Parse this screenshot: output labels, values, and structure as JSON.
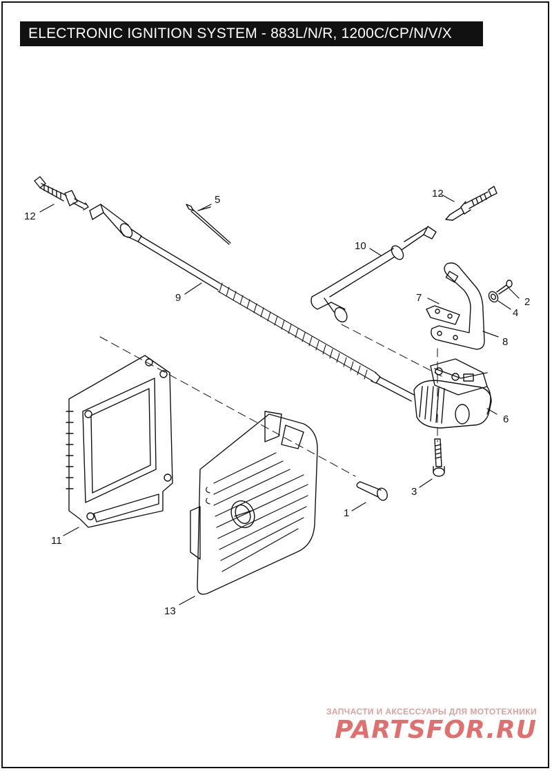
{
  "header": {
    "title": "ELECTRONIC IGNITION SYSTEM - 883L/N/R, 1200C/CP/N/V/X"
  },
  "callouts": {
    "c1": "1",
    "c2": "2",
    "c3": "3",
    "c4": "4",
    "c5": "5",
    "c6": "6",
    "c7": "7",
    "c8": "8",
    "c9": "9",
    "c10": "10",
    "c11": "11",
    "c12a": "12",
    "c12b": "12",
    "c13": "13"
  },
  "watermark": {
    "tagline": "ЗАПЧАСТИ И АКСЕССУАРЫ ДЛЯ МОТОТЕХНИКИ",
    "brand": "PARTSFOR.RU"
  },
  "colors": {
    "line": "#111111",
    "title_bg": "#111111",
    "title_fg": "#ffffff",
    "watermark": "#e07070"
  }
}
